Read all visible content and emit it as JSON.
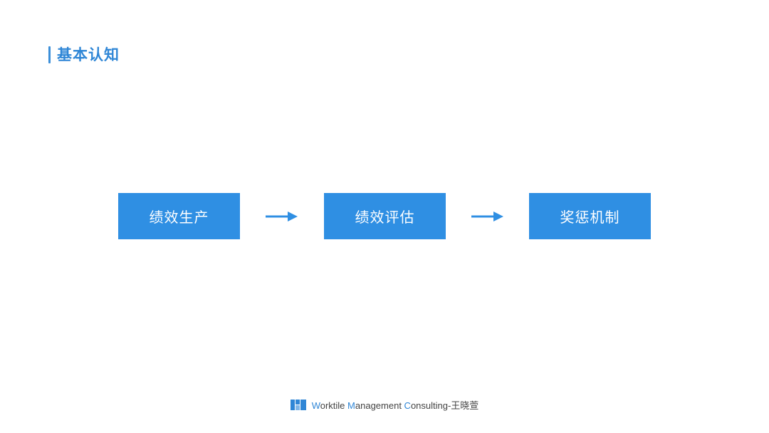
{
  "header": {
    "title": "基本认知",
    "accent_color": "#2f86d6"
  },
  "flow": {
    "box_color": "#2f8fe3",
    "arrow_color": "#2f8fe3",
    "steps": [
      {
        "label": "绩效生产"
      },
      {
        "label": "绩效评估"
      },
      {
        "label": "奖惩机制"
      }
    ]
  },
  "footer": {
    "logo_icon": "worktile-logo-icon",
    "w_letter": "W",
    "w_rest": "orktile ",
    "m_letter": "M",
    "m_rest": "anagement ",
    "c_letter": "C",
    "c_rest": "onsulting-王晓萱"
  }
}
